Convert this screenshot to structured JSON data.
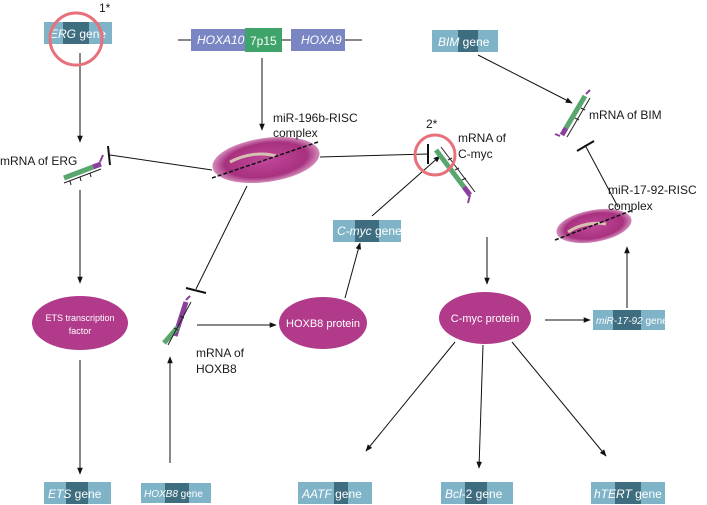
{
  "genes": {
    "erg": {
      "italic": "ERG",
      "suffix": " gene"
    },
    "bim": {
      "italic": "BIM",
      "suffix": " gene"
    },
    "cmyc": {
      "italic": "C-myc",
      "suffix": " gene"
    },
    "mir1792": {
      "italic": "miR-17-92",
      "suffix": " gene"
    },
    "ets": {
      "italic": "ETS",
      "suffix": " gene"
    },
    "hoxb8": {
      "italic": "HOXB8",
      "suffix": " gene"
    },
    "aatf": {
      "italic": "AATF",
      "suffix": " gene"
    },
    "bcl2": {
      "italic": "Bcl",
      "suffix": "-2 gene"
    },
    "htert": {
      "italic": "hTERT",
      "suffix": " gene"
    }
  },
  "locus": {
    "left": "HOXA10",
    "center": "7p15",
    "right": "HOXA9"
  },
  "labels": {
    "mir196_line1": "miR-196b-RISC",
    "mir196_line2": "complex",
    "mrna_erg": "mRNA of ERG",
    "mrna_cmyc_line1": "mRNA of",
    "mrna_cmyc_line2": "C-myc",
    "mrna_bim": "mRNA of BIM",
    "mir1792_line1": "miR-17-92-RISC",
    "mir1792_line2": "complex",
    "mrna_hoxb8_line1": "mRNA of",
    "mrna_hoxb8_line2": "HOXB8"
  },
  "proteins": {
    "ets_line1": "ETS transcription",
    "ets_line2": "factor",
    "hoxb8": "HOXB8 protein",
    "cmyc": "C-myc protein"
  },
  "markers": {
    "m1": "1*",
    "m2": "2*"
  },
  "colors": {
    "gene_light": "#7fb3c7",
    "gene_dark": "#3f6d80",
    "locus_blue": "#7a86c4",
    "locus_green": "#3fa46a",
    "protein": "#b23a8a",
    "highlight_ring": "#e8707a",
    "mrna_green": "#5aa66f",
    "mrna_purple": "#8a3f9c"
  }
}
